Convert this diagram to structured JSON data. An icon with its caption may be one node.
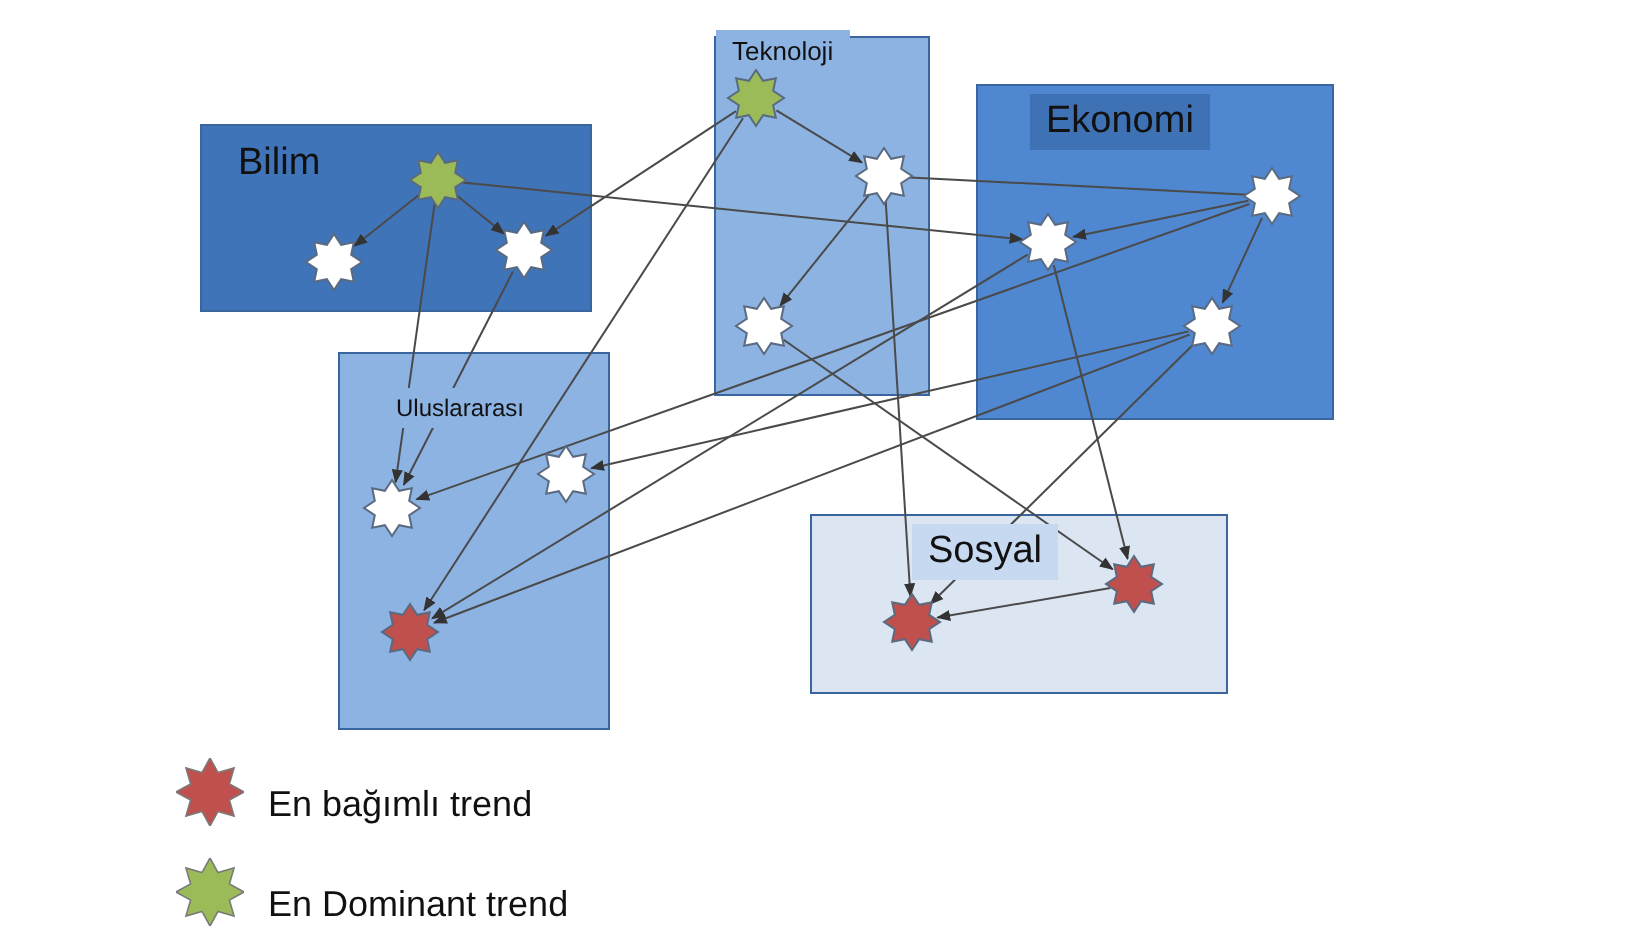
{
  "diagram": {
    "nodes": [
      {
        "text": [
          "Bilim"
        ]
      },
      {
        "text": [
          "Teknoloji"
        ]
      },
      {
        "text": [
          "Ekonomi"
        ]
      },
      {
        "text": [
          "Uluslararası"
        ]
      },
      {
        "text": [
          "Sosyal"
        ]
      },
      {
        "text": [],
        "shape": "star",
        "in": 0
      },
      {
        "text": [],
        "shape": "star",
        "in": 0
      },
      {
        "text": [],
        "shape": "star",
        "in": 0
      },
      {
        "text": [],
        "shape": "star",
        "in": 1
      },
      {
        "text": [],
        "shape": "star",
        "in": 1
      },
      {
        "text": [],
        "shape": "star",
        "in": 1
      },
      {
        "text": [],
        "shape": "star",
        "in": 2
      },
      {
        "text": [],
        "shape": "star",
        "in": 2
      },
      {
        "text": [],
        "shape": "star",
        "in": 2
      },
      {
        "text": [],
        "shape": "star",
        "in": 3
      },
      {
        "text": [],
        "shape": "star",
        "in": 3
      },
      {
        "text": [],
        "shape": "star",
        "in": 3
      },
      {
        "text": [],
        "shape": "star",
        "in": 4
      },
      {
        "text": [],
        "shape": "star",
        "in": 4
      }
    ],
    "edges": [
      {
        "from": 5,
        "to": 6,
        "arrow": "to"
      },
      {
        "from": 5,
        "to": 7,
        "arrow": "to"
      },
      {
        "from": 5,
        "to": 11,
        "arrow": "to"
      },
      {
        "from": 5,
        "to": 14,
        "arrow": "to"
      },
      {
        "from": 7,
        "to": 14,
        "arrow": "to"
      },
      {
        "from": 8,
        "to": 7,
        "arrow": "to"
      },
      {
        "from": 8,
        "to": 9,
        "arrow": "to"
      },
      {
        "from": 8,
        "to": 16,
        "arrow": "to"
      },
      {
        "from": 9,
        "to": 10,
        "arrow": "to"
      },
      {
        "from": 12,
        "to": 9,
        "arrow": "none"
      },
      {
        "from": 9,
        "to": 17,
        "arrow": "to"
      },
      {
        "from": 10,
        "to": 18,
        "arrow": "to"
      },
      {
        "from": 11,
        "to": 18,
        "arrow": "to"
      },
      {
        "from": 12,
        "to": 11,
        "arrow": "to"
      },
      {
        "from": 12,
        "to": 13,
        "arrow": "to"
      },
      {
        "from": 12,
        "to": 14,
        "arrow": "to"
      },
      {
        "from": 13,
        "to": 15,
        "arrow": "to"
      },
      {
        "from": 13,
        "to": 16,
        "arrow": "to"
      },
      {
        "from": 11,
        "to": 16,
        "arrow": "to"
      },
      {
        "from": 13,
        "to": 17,
        "arrow": "to"
      },
      {
        "from": 18,
        "to": 17,
        "arrow": "to"
      }
    ],
    "legend": [
      {
        "text": "En bağımlı trend",
        "color": "#c0504d"
      },
      {
        "text": "En Dominant trend",
        "color": "#9bbb59"
      }
    ]
  }
}
